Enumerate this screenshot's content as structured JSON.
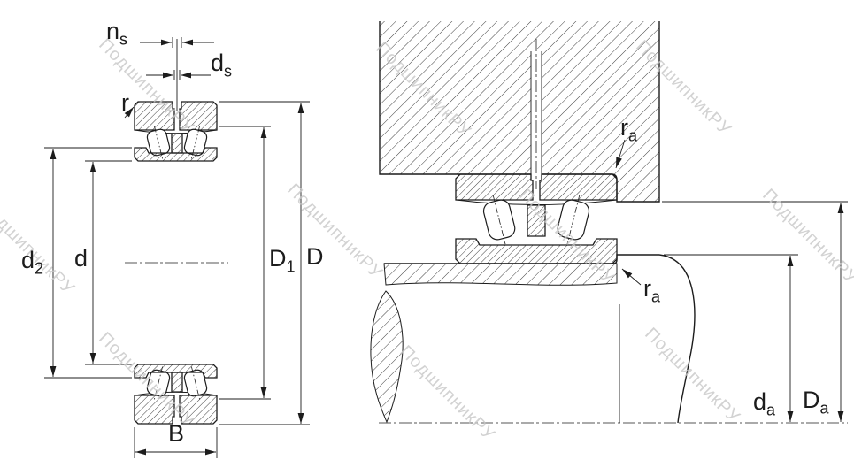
{
  "watermark": {
    "text": "ПодшипникРУ",
    "color": "#c8c8c8"
  },
  "colors": {
    "line": "#1c1c1c",
    "background": "#ffffff",
    "watermark": "#c8c8c8"
  },
  "labels": {
    "ns": {
      "base": "n",
      "sub": "s"
    },
    "ds": {
      "base": "d",
      "sub": "s"
    },
    "r": {
      "base": "r",
      "sub": ""
    },
    "d2": {
      "base": "d",
      "sub": "2"
    },
    "d": {
      "base": "d",
      "sub": ""
    },
    "D1": {
      "base": "D",
      "sub": "1"
    },
    "D": {
      "base": "D",
      "sub": ""
    },
    "B": {
      "base": "B",
      "sub": ""
    },
    "ra": {
      "base": "r",
      "sub": "a"
    },
    "da": {
      "base": "d",
      "sub": "a"
    },
    "Da": {
      "base": "D",
      "sub": "a"
    }
  }
}
